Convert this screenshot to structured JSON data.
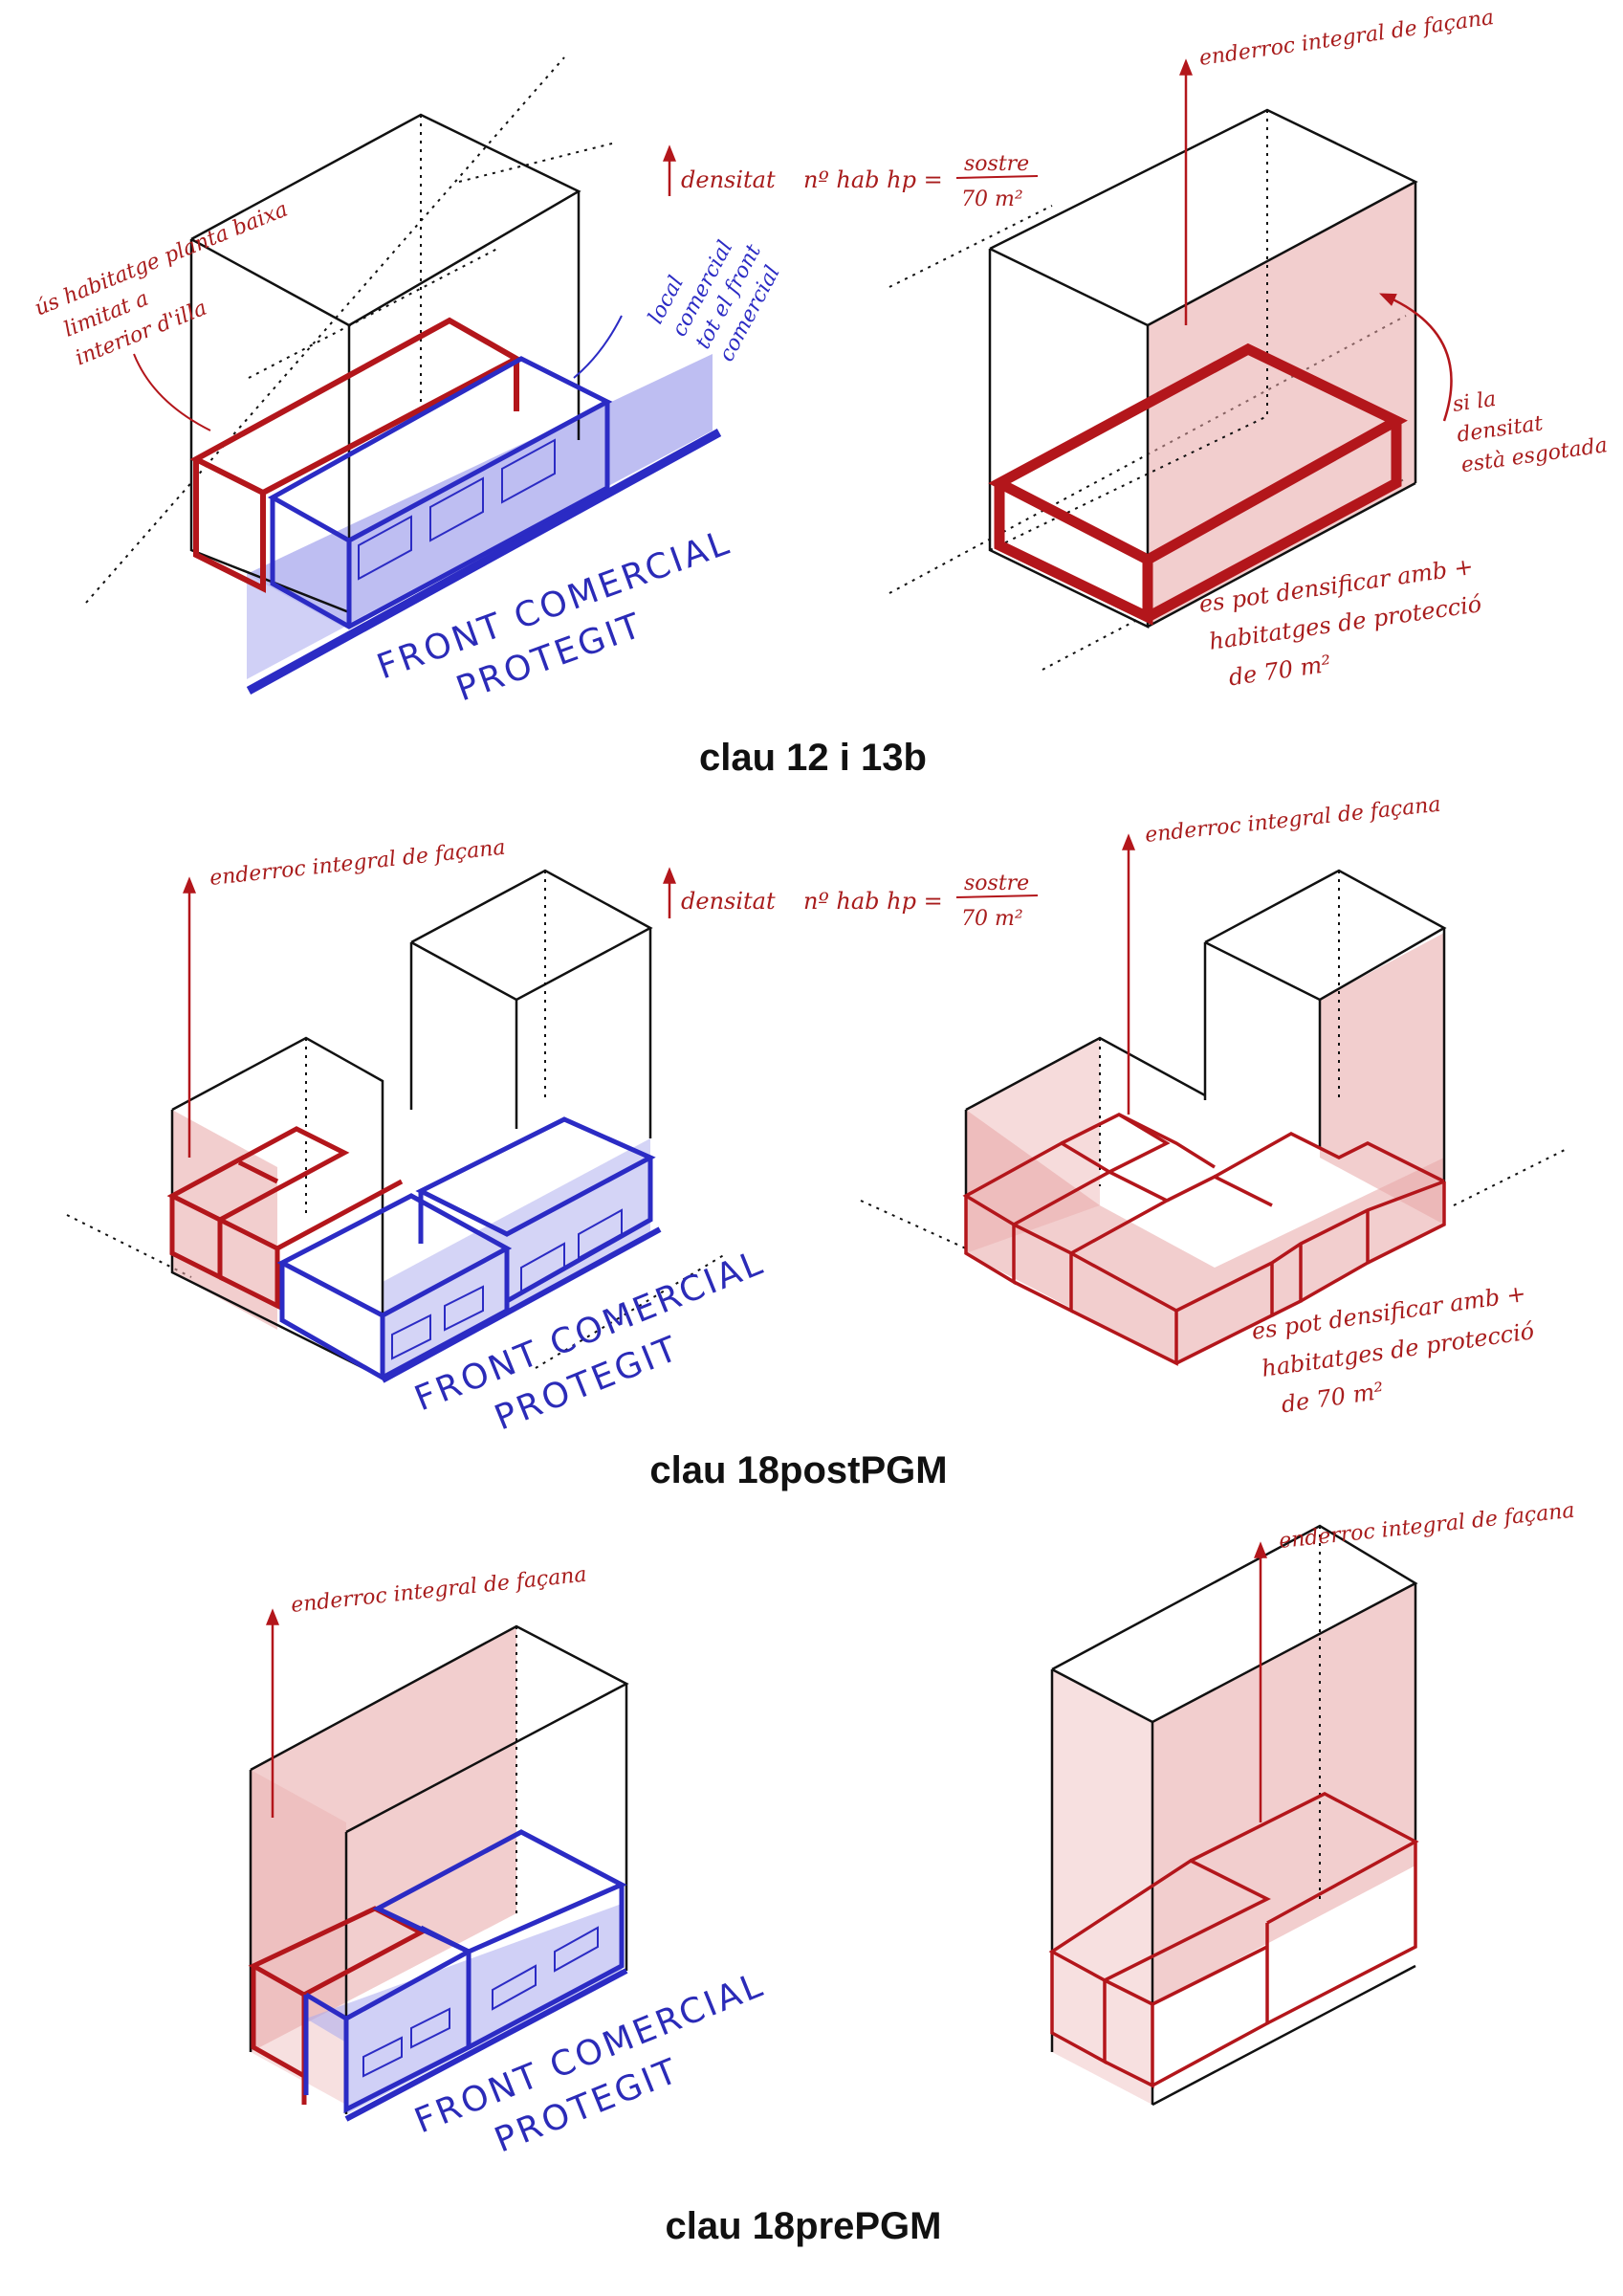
{
  "colors": {
    "ink": "#111111",
    "red": "#b3161b",
    "blue": "#2b2bc4",
    "red_fill": "#e8a5a5",
    "blue_fill": "#a9a9ee"
  },
  "section1": {
    "heading": "clau 12 i 13b",
    "left": {
      "note_use": [
        "ús habitatge planta baixa",
        "limitat a",
        "interior d'illa"
      ],
      "note_local": [
        "local",
        "comercial",
        "tot el front",
        "comercial"
      ],
      "density_label": "densitat",
      "density_formula": "nº hab hp =",
      "density_numerator": "sostre",
      "density_denominator": "70 m²",
      "front_label": [
        "FRONT COMERCIAL",
        "PROTEGIT"
      ]
    },
    "right": {
      "facade_label": "enderroc integral de façana",
      "if_density": [
        "si la",
        "densitat",
        "està esgotada"
      ],
      "densify_note": [
        "es pot densificar amb +",
        "habitatges de protecció",
        "de 70 m²"
      ]
    }
  },
  "section2": {
    "heading": "clau 18postPGM",
    "left": {
      "facade_label": "enderroc integral de façana",
      "density_label": "densitat",
      "density_formula": "nº hab hp =",
      "density_numerator": "sostre",
      "density_denominator": "70 m²",
      "front_label": [
        "FRONT COMERCIAL",
        "PROTEGIT"
      ]
    },
    "right": {
      "facade_label": "enderroc integral de façana",
      "densify_note": [
        "es pot densificar amb +",
        "habitatges de protecció",
        "de 70 m²"
      ]
    }
  },
  "section3": {
    "heading": "clau 18prePGM",
    "left": {
      "facade_label": "enderroc integral de façana",
      "front_label": [
        "FRONT COMERCIAL",
        "PROTEGIT"
      ]
    },
    "right": {
      "facade_label": "enderroc integral de façana"
    }
  }
}
